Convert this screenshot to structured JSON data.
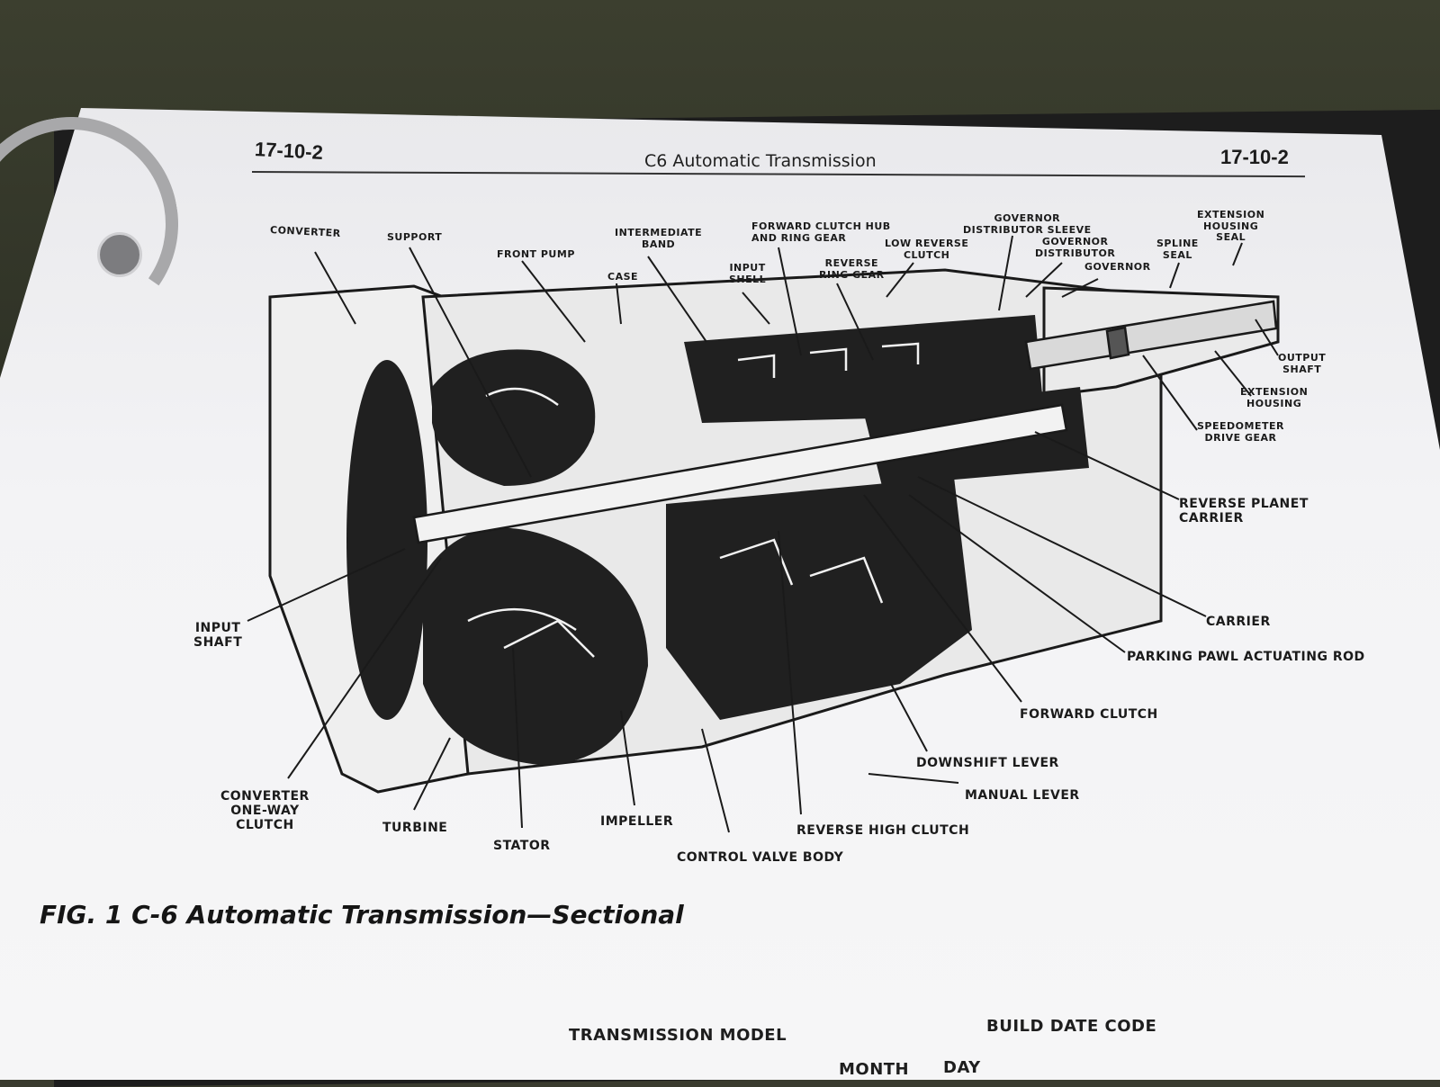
{
  "page": {
    "section_left": "17-10-2",
    "title": "C6 Automatic Transmission",
    "section_right": "17-10-2"
  },
  "labels": {
    "converter": "CONVERTER",
    "support": "SUPPORT",
    "front_pump": "FRONT PUMP",
    "case": "CASE",
    "intermediate_band": "INTERMEDIATE\nBAND",
    "forward_clutch_hub": "FORWARD CLUTCH HUB\nAND RING GEAR",
    "input_shell": "INPUT\nSHELL",
    "reverse_ring_gear": "REVERSE\nRING GEAR",
    "low_reverse_clutch": "LOW REVERSE\nCLUTCH",
    "governor_distributor_sleeve": "GOVERNOR\nDISTRIBUTOR SLEEVE",
    "governor_distributor": "GOVERNOR\nDISTRIBUTOR",
    "governor": "GOVERNOR",
    "spline_seal": "SPLINE\nSEAL",
    "extension_housing_seal": "EXTENSION\nHOUSING\nSEAL",
    "output_shaft": "OUTPUT\nSHAFT",
    "extension_housing": "EXTENSION\nHOUSING",
    "speedometer_drive_gear": "SPEEDOMETER\nDRIVE GEAR",
    "reverse_planet_carrier": "REVERSE PLANET\nCARRIER",
    "carrier": "CARRIER",
    "parking_pawl": "PARKING PAWL ACTUATING ROD",
    "forward_clutch": "FORWARD CLUTCH",
    "downshift_lever": "DOWNSHIFT LEVER",
    "manual_lever": "MANUAL LEVER",
    "reverse_high_clutch": "REVERSE HIGH CLUTCH",
    "control_valve_body": "CONTROL VALVE BODY",
    "impeller": "IMPELLER",
    "stator": "STATOR",
    "turbine": "TURBINE",
    "converter_one_way_clutch": "CONVERTER\nONE-WAY\nCLUTCH",
    "input_shaft": "INPUT\nSHAFT"
  },
  "figure": {
    "caption": "FIG. 1  C-6 Automatic Transmission—Sectional"
  },
  "lower": {
    "transmission_model": "TRANSMISSION MODEL",
    "build_date_code": "BUILD DATE CODE",
    "month": "MONTH",
    "day": "DAY"
  }
}
